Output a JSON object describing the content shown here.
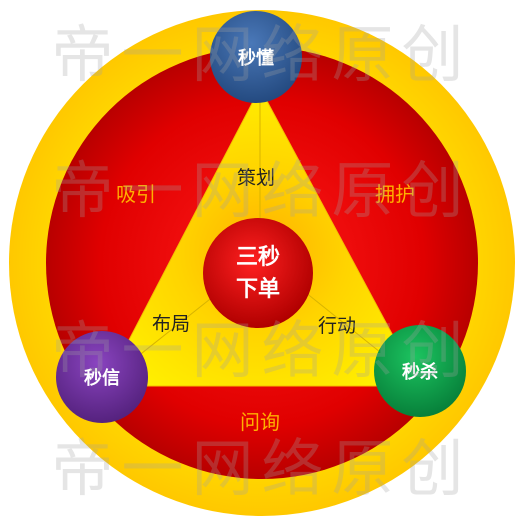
{
  "center": {
    "line1": "三秒",
    "line2": "下单"
  },
  "nodes": {
    "top": {
      "label": "秒懂",
      "color": "#2f5c9a"
    },
    "left": {
      "label": "秒信",
      "color": "#6b2d9e"
    },
    "right": {
      "label": "秒杀",
      "color": "#0ea04a"
    }
  },
  "inner_labels": {
    "top": "策划",
    "left": "布局",
    "right": "行动"
  },
  "outer_labels": {
    "left": "吸引",
    "right": "拥护",
    "bottom": "问询"
  },
  "watermark": "帝一网络原创",
  "colors": {
    "ring_outer": "#ffe000",
    "ring_inner": "#e00000",
    "triangle": "#ffe000",
    "center": "#d50000",
    "orange_text": "#ffb000"
  }
}
